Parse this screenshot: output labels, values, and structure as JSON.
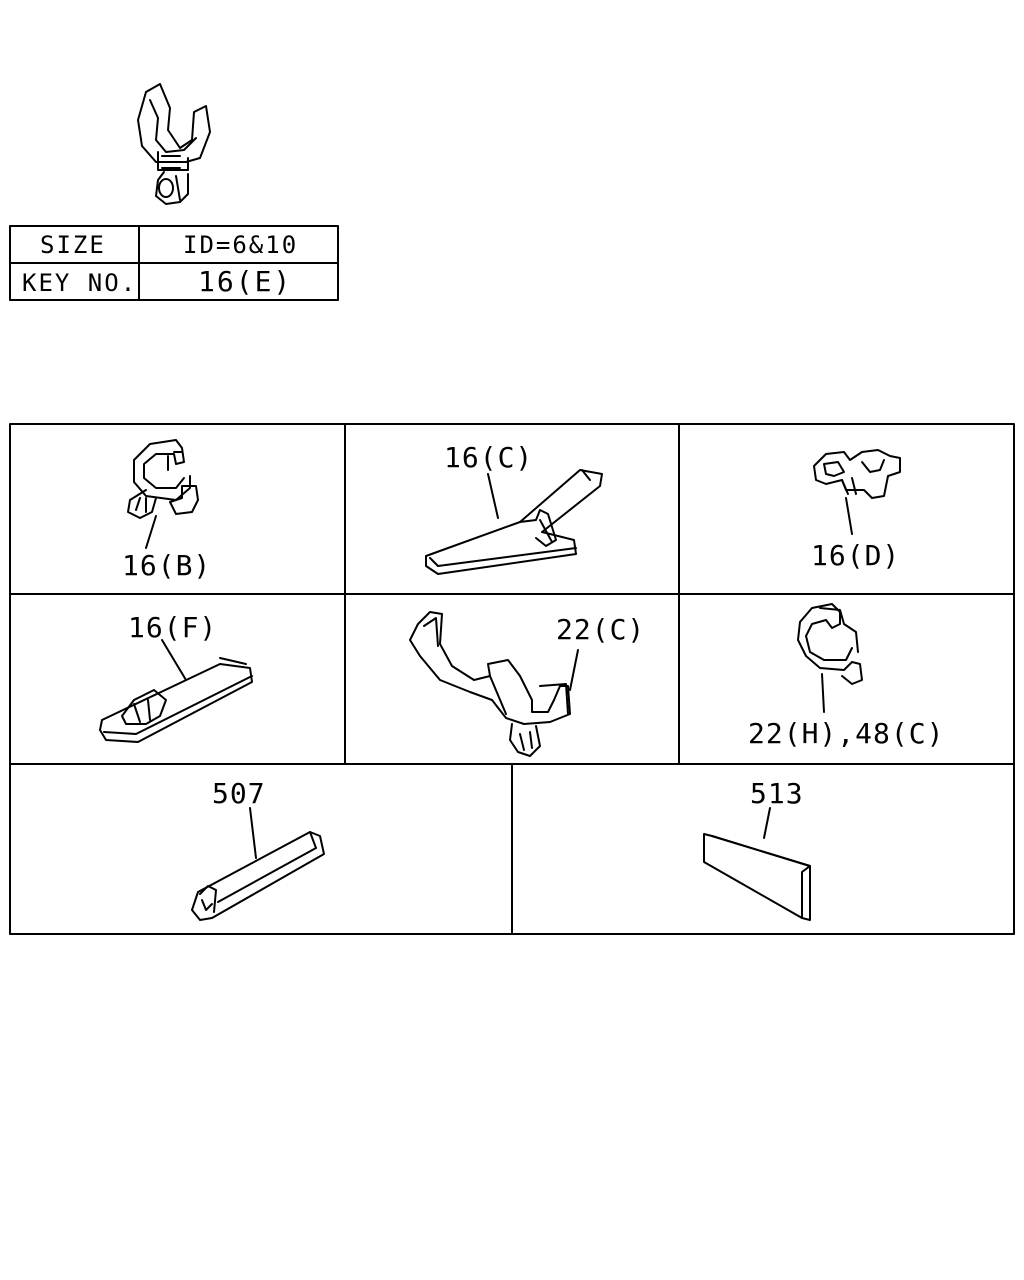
{
  "size_table": {
    "size_label": "SIZE",
    "size_value": "ID=6&10",
    "key_label": "KEY NO.",
    "key_value": "16(E)"
  },
  "parts": [
    {
      "label": "16(B)"
    },
    {
      "label": "16(C)"
    },
    {
      "label": "16(D)"
    },
    {
      "label": "16(F)"
    },
    {
      "label": "22(C)"
    },
    {
      "label": "22(H),48(C)"
    },
    {
      "label": "507"
    },
    {
      "label": "513"
    }
  ]
}
